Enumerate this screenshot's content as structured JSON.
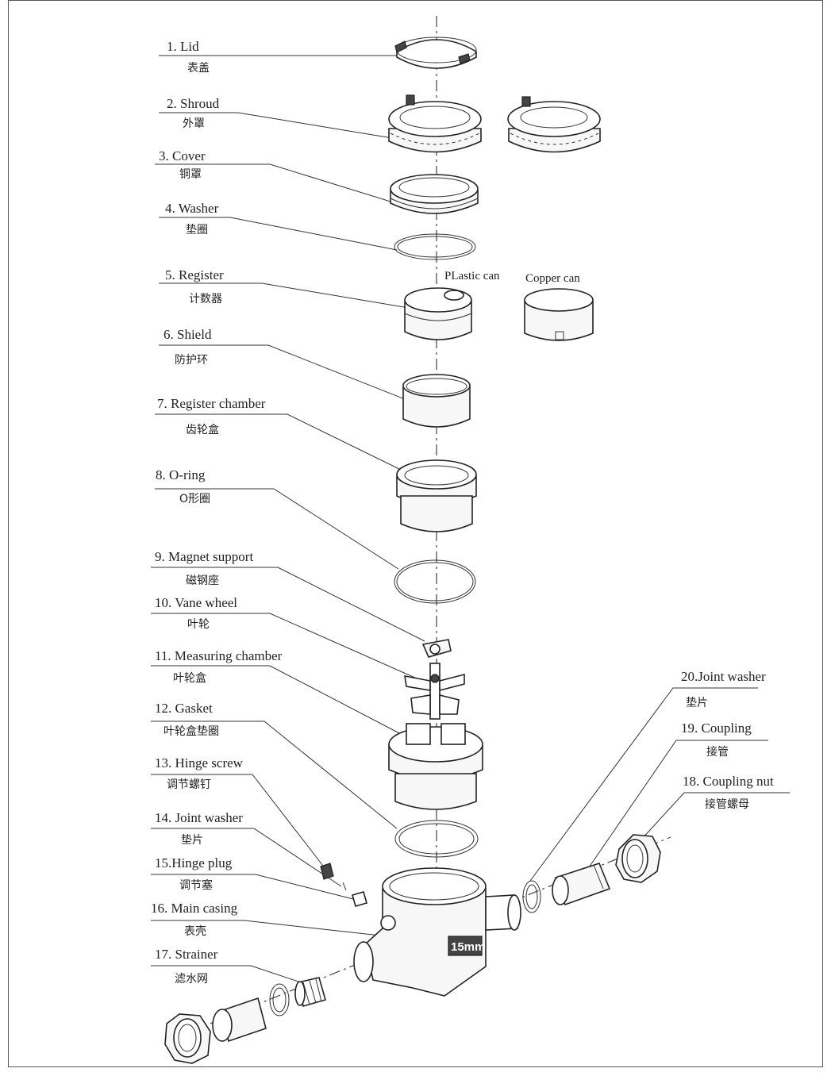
{
  "parts": [
    {
      "en": "1.   Lid",
      "zh": "表盖"
    },
    {
      "en": "2. Shroud",
      "zh": "外罩"
    },
    {
      "en": "3. Cover",
      "zh": "铜罩"
    },
    {
      "en": "4.  Washer",
      "zh": "垫圈"
    },
    {
      "en": "5.  Register",
      "zh": "计数器"
    },
    {
      "en": "6.  Shield",
      "zh": "防护环"
    },
    {
      "en": "7.  Register chamber",
      "zh": "齿轮盒"
    },
    {
      "en": "8.  O-ring",
      "zh": "O形圈"
    },
    {
      "en": "9.  Magnet support",
      "zh": "磁钢座"
    },
    {
      "en": "10.  Vane wheel",
      "zh": "叶轮"
    },
    {
      "en": "11. Measuring chamber",
      "zh": "叶轮盒"
    },
    {
      "en": "12. Gasket",
      "zh": "叶轮盒垫圈"
    },
    {
      "en": "13. Hinge screw",
      "zh": "调节螺钉"
    },
    {
      "en": "14. Joint washer",
      "zh": "垫片"
    },
    {
      "en": "15.Hinge plug",
      "zh": "调节塞"
    },
    {
      "en": "16. Main casing",
      "zh": "表壳"
    },
    {
      "en": "17. Strainer",
      "zh": "滤水网"
    },
    {
      "en": "18.  Coupling nut",
      "zh": "接管螺母"
    },
    {
      "en": "19. Coupling",
      "zh": "接管"
    },
    {
      "en": "20.Joint washer",
      "zh": "垫片"
    }
  ],
  "captions": {
    "plastic_can": "PLastic can",
    "copper_can": "Copper can"
  },
  "casing_mark": "15mm"
}
